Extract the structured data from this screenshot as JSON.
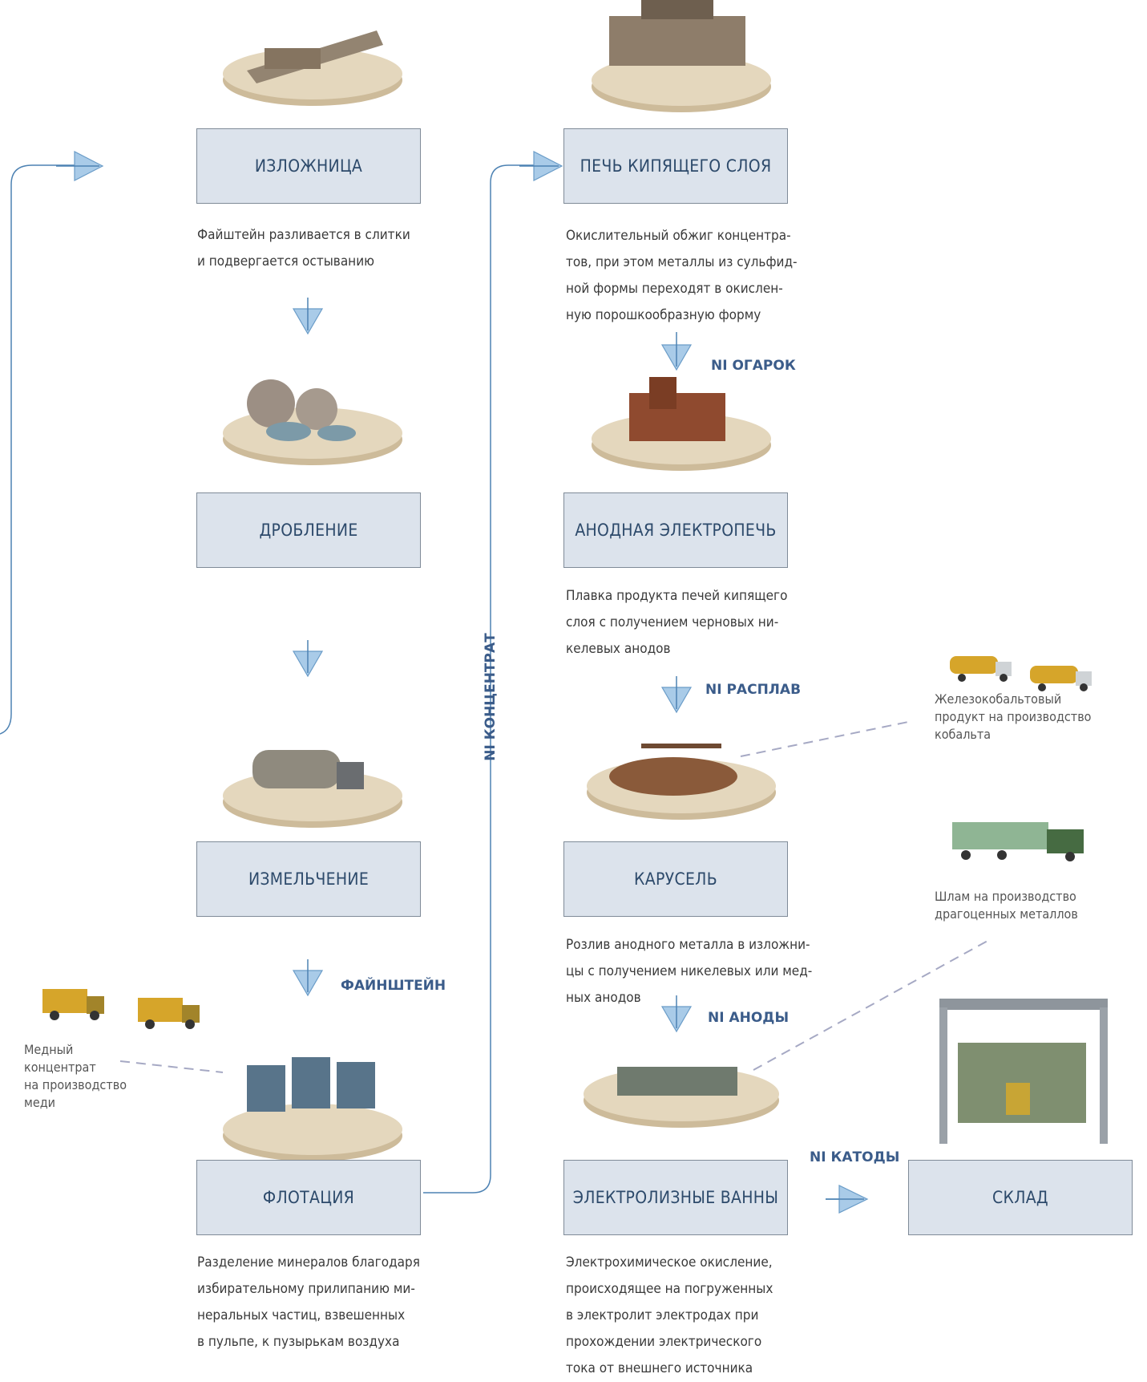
{
  "colors": {
    "box_fill": "#dce3ec",
    "box_border": "#7f8b98",
    "flow_line": "#4d82b3",
    "arrow_fill": "#a9cbe8",
    "tag_text": "#3b5c8a"
  },
  "nodes": {
    "izlozhnitsa": {
      "label": "ИЗЛОЖНИЦА",
      "desc": "Файштейн разливается в слитки\nи подвергается остыванию"
    },
    "droblenie": {
      "label": "ДРОБЛЕНИЕ"
    },
    "izmelchenie": {
      "label": "ИЗМЕЛЬЧЕНИЕ"
    },
    "flotatsiya": {
      "label": "ФЛОТАЦИЯ",
      "desc": "Разделение минералов благодаря\nизбирательному прилипанию ми-\nнеральных частиц, взвешенных\nв пульпе, к пузырькам воздуха"
    },
    "pech": {
      "label": "ПЕЧЬ КИПЯЩЕГО СЛОЯ",
      "desc": "Окислительный обжиг концентра-\nтов, при этом металлы из сульфид-\nной формы переходят в окислен-\nную порошкообразную форму"
    },
    "anodnaya": {
      "label": "АНОДНАЯ ЭЛЕКТРОПЕЧЬ",
      "desc": "Плавка продукта печей кипящего\nслоя с получением черновых ни-\nкелевых анодов"
    },
    "karusel": {
      "label": "КАРУСЕЛЬ",
      "desc": "Розлив анодного металла в изложни-\nцы с получением никелевых или мед-\nных анодов"
    },
    "vanny": {
      "label": "ЭЛЕКТРОЛИЗНЫЕ ВАННЫ",
      "desc": "Электрохимическое окисление,\nпроисходящее на погруженных\nв  электролит электродах при\nпрохождении электрического\nтока от внешнего источника"
    },
    "sklad": {
      "label": "СКЛАД"
    }
  },
  "flow_labels": {
    "fainshtein": "ФАЙНШТЕЙН",
    "ni_koncentrat": "NI КОНЦЕНТРАТ",
    "ni_ogarok": "NI ОГАРОК",
    "ni_rasplav": "NI РАСПЛАВ",
    "ni_anody": "NI АНОДЫ",
    "ni_katody": "NI КАТОДЫ"
  },
  "side_notes": {
    "copper": "Медный\nконцентрат\nна производство\nмеди",
    "cobalt": "Железокобальтовый\nпродукт на производство\nкобальта",
    "sludge": "Шлам на производство\nдрагоценных металлов"
  }
}
